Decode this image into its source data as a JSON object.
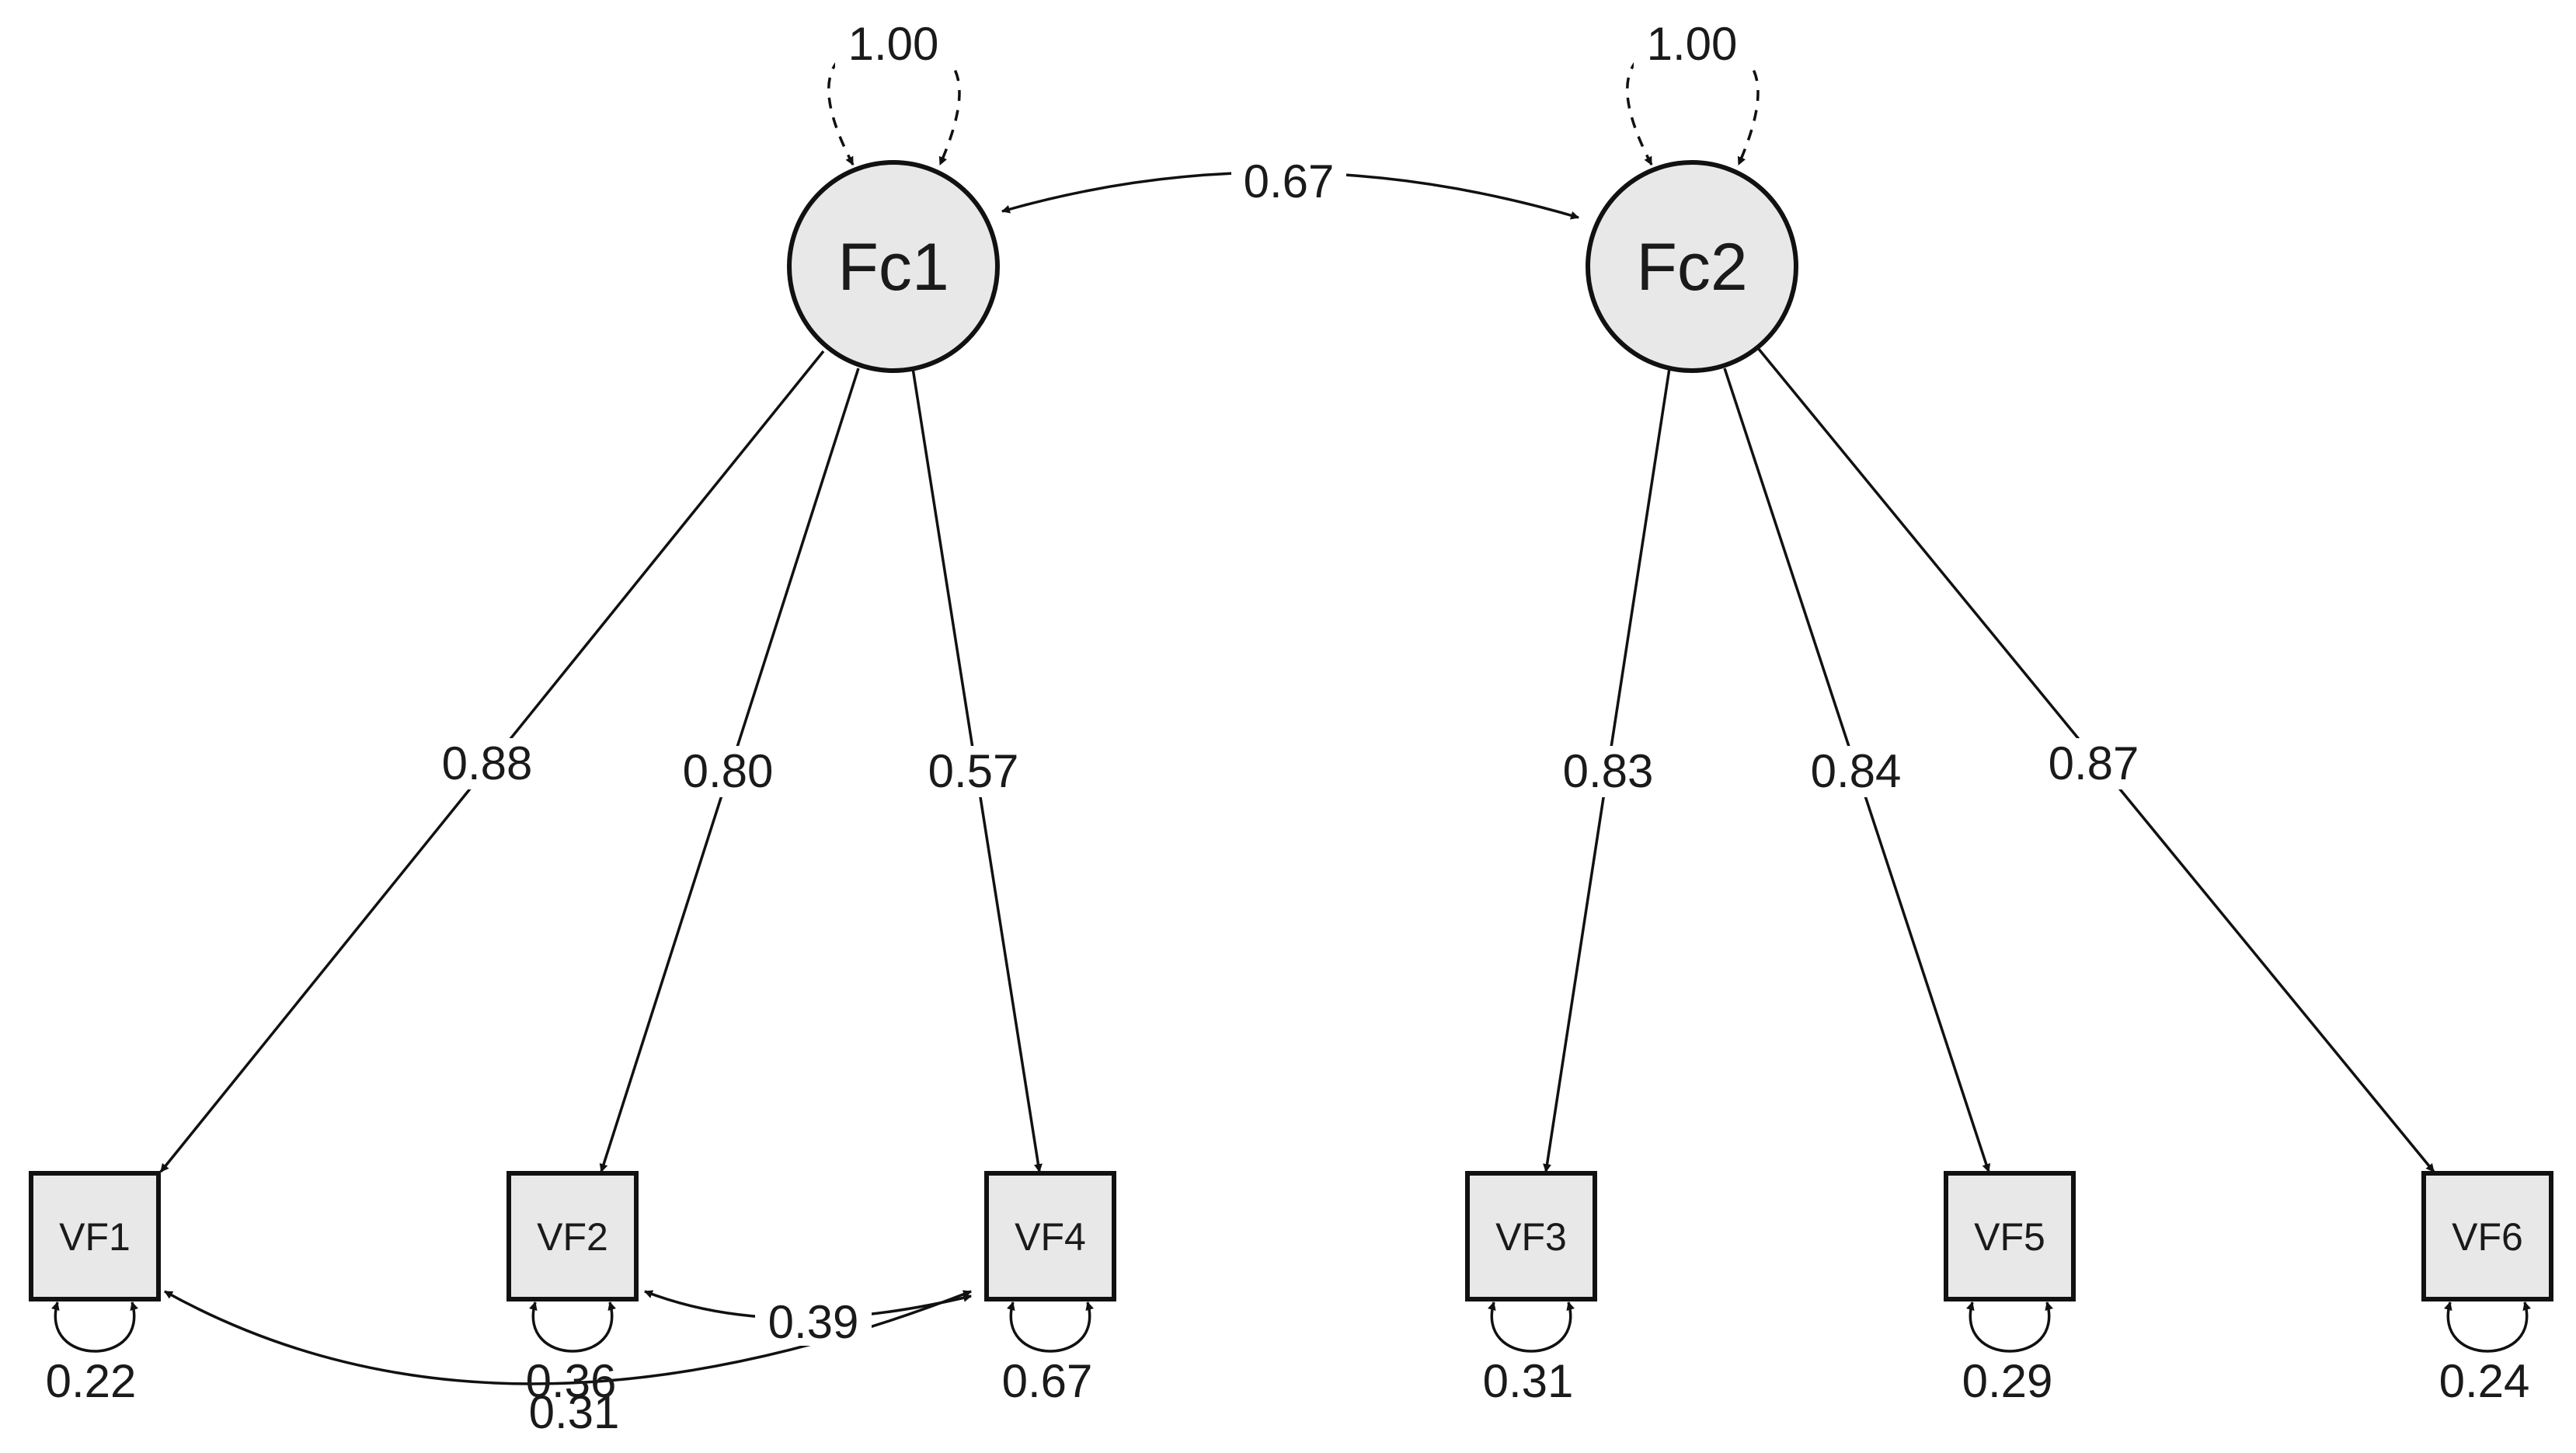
{
  "diagram": {
    "latent_nodes": [
      {
        "id": "Fc1",
        "label": "Fc1",
        "variance": "1.00"
      },
      {
        "id": "Fc2",
        "label": "Fc2",
        "variance": "1.00"
      }
    ],
    "observed_nodes": [
      {
        "id": "VF1",
        "label": "VF1",
        "residual": "0.22"
      },
      {
        "id": "VF2",
        "label": "VF2",
        "residual": "0.36"
      },
      {
        "id": "VF4",
        "label": "VF4",
        "residual": "0.67"
      },
      {
        "id": "VF3",
        "label": "VF3",
        "residual": "0.31"
      },
      {
        "id": "VF5",
        "label": "VF5",
        "residual": "0.29"
      },
      {
        "id": "VF6",
        "label": "VF6",
        "residual": "0.24"
      }
    ],
    "loadings": [
      {
        "from": "Fc1",
        "to": "VF1",
        "value": "0.88"
      },
      {
        "from": "Fc1",
        "to": "VF2",
        "value": "0.80"
      },
      {
        "from": "Fc1",
        "to": "VF4",
        "value": "0.57"
      },
      {
        "from": "Fc2",
        "to": "VF3",
        "value": "0.83"
      },
      {
        "from": "Fc2",
        "to": "VF5",
        "value": "0.84"
      },
      {
        "from": "Fc2",
        "to": "VF6",
        "value": "0.87"
      }
    ],
    "covariances": [
      {
        "from": "Fc1",
        "to": "Fc2",
        "value": "0.67"
      },
      {
        "from": "VF2",
        "to": "VF4",
        "value": "0.39"
      },
      {
        "from": "VF1",
        "to": "VF4",
        "value": "0.31"
      }
    ]
  }
}
